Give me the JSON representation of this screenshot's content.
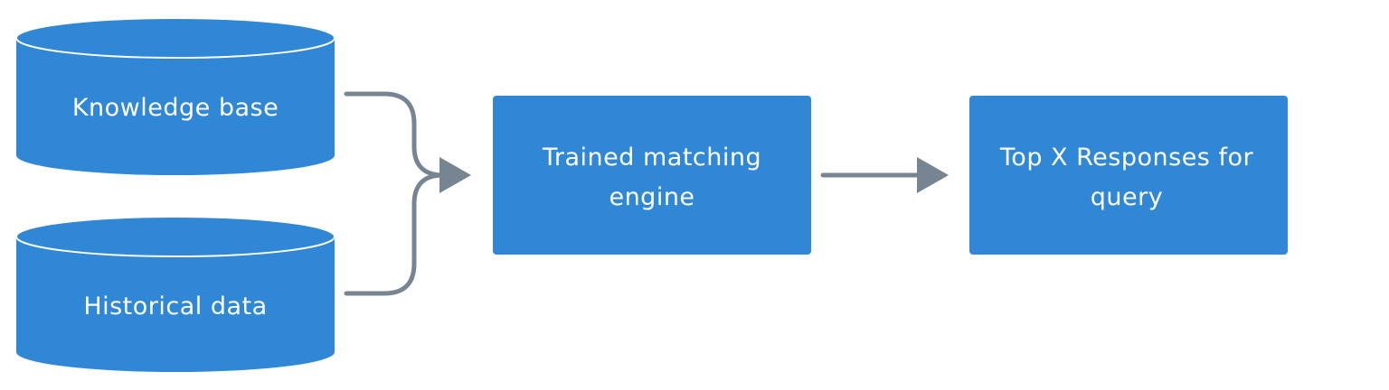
{
  "colors": {
    "node_fill": "#2f87d6",
    "cylinder_top_stroke": "#ffffff",
    "connector": "#778592",
    "text": "#ffffff",
    "background": "#ffffff"
  },
  "nodes": {
    "knowledge_base": {
      "shape": "cylinder",
      "label": "Knowledge base"
    },
    "historical_data": {
      "shape": "cylinder",
      "label": "Historical data"
    },
    "matching_engine": {
      "shape": "rounded-rectangle",
      "label_line1": "Trained matching",
      "label_line2": "engine"
    },
    "top_responses": {
      "shape": "rounded-rectangle",
      "label_line1": "Top X Responses for",
      "label_line2": "query"
    }
  },
  "edges": [
    {
      "from": "knowledge_base",
      "to": "matching_engine"
    },
    {
      "from": "historical_data",
      "to": "matching_engine"
    },
    {
      "from": "matching_engine",
      "to": "top_responses"
    }
  ]
}
